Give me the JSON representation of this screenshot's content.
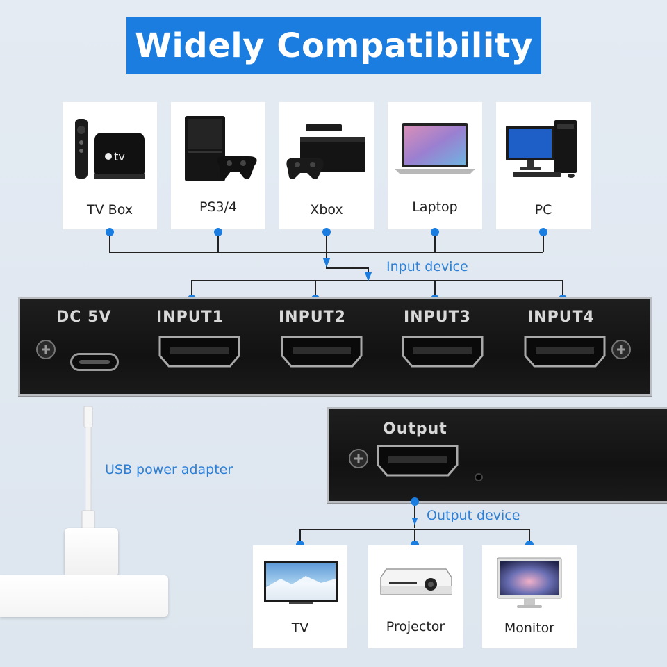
{
  "title": "Widely Compatibility",
  "input_devices": [
    {
      "label": "TV Box",
      "icon": "tv-box-icon"
    },
    {
      "label": "PS3/4",
      "icon": "game-console-icon"
    },
    {
      "label": "Xbox",
      "icon": "xbox-icon"
    },
    {
      "label": "Laptop",
      "icon": "laptop-icon"
    },
    {
      "label": "PC",
      "icon": "desktop-pc-icon"
    }
  ],
  "input_device_label": "Input device",
  "switch_panel": {
    "power_port": "DC 5V",
    "inputs": [
      "INPUT1",
      "INPUT2",
      "INPUT3",
      "INPUT4"
    ]
  },
  "output_panel": {
    "output_port": "Output"
  },
  "usb_power_label": "USB power adapter",
  "output_device_label": "Output device",
  "output_devices": [
    {
      "label": "TV",
      "icon": "tv-icon"
    },
    {
      "label": "Projector",
      "icon": "projector-icon"
    },
    {
      "label": "Monitor",
      "icon": "monitor-icon"
    }
  ],
  "colors": {
    "accent": "#1a7ddf",
    "wire": "#222222",
    "node": "#1a7ddf",
    "label_blue": "#2b7fd6"
  }
}
